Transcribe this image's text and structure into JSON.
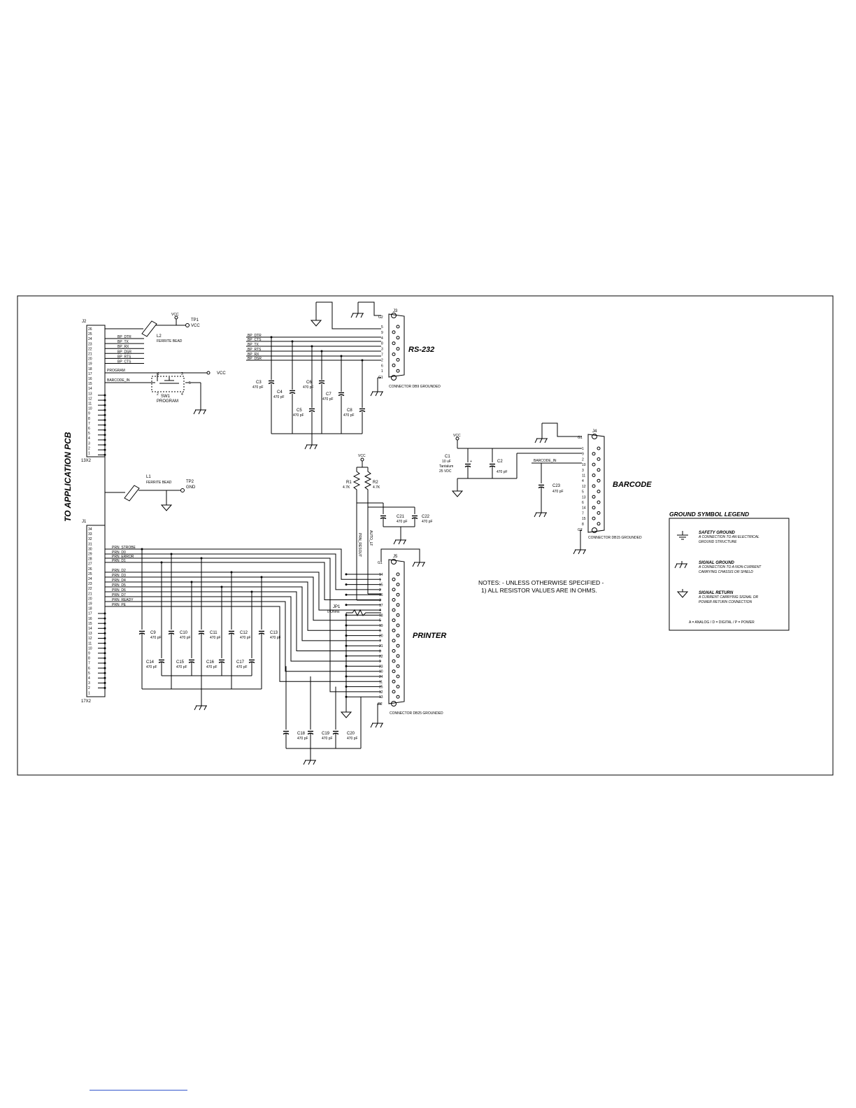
{
  "connectors": {
    "j2": {
      "ref": "J2",
      "type": "13X2",
      "pins": [
        26,
        25,
        24,
        23,
        22,
        21,
        20,
        19,
        18,
        17,
        16,
        15,
        14,
        13,
        12,
        11,
        10,
        9,
        8,
        7,
        6,
        5,
        4,
        3,
        2,
        1
      ]
    },
    "j1": {
      "ref": "J1",
      "type": "17X2",
      "pins": [
        34,
        33,
        32,
        31,
        30,
        29,
        28,
        27,
        26,
        25,
        24,
        23,
        22,
        21,
        20,
        19,
        18,
        17,
        16,
        15,
        14,
        13,
        12,
        11,
        10,
        9,
        8,
        7,
        6,
        5,
        4,
        3,
        2,
        1
      ]
    },
    "j3": {
      "ref": "J3",
      "title": "RS-232",
      "caption": "CONNECTOR DB9 GROUNDED",
      "pins": [
        "5",
        "9",
        "4",
        "8",
        "3",
        "7",
        "2",
        "6",
        "1"
      ],
      "g_top": "G2",
      "g_bottom": "G1"
    },
    "j4": {
      "ref": "J4",
      "title": "BARCODE",
      "caption": "CONNECTOR DB15 GROUNDED",
      "pins": [
        "1",
        "9",
        "2",
        "10",
        "3",
        "11",
        "4",
        "12",
        "5",
        "13",
        "6",
        "14",
        "7",
        "15",
        "8"
      ],
      "g_top": "G1",
      "g_bottom": "G2"
    },
    "j5": {
      "ref": "J5",
      "title": "PRINTER",
      "caption": "CONNECTOR DB25 GROUNDED",
      "pins": [
        "14",
        "1",
        "15",
        "2",
        "16",
        "3",
        "17",
        "4",
        "18",
        "5",
        "19",
        "6",
        "20",
        "7",
        "21",
        "8",
        "22",
        "9",
        "23",
        "10",
        "24",
        "11",
        "25",
        "12",
        "13"
      ],
      "g_top": "G1",
      "g_bottom": "G2"
    }
  },
  "side_title": "TO APPLICATION PCB",
  "j2_signals": [
    "BP_DTR",
    "BP_TX",
    "BP_RX",
    "BP_DSR",
    "BP_RTS",
    "BP_CTS"
  ],
  "j2_program": "PROGRAM",
  "j2_barcode": "BARCODE_IN",
  "rs232_signals": [
    "BP_DTR",
    "BP_CTS",
    "BP_TX",
    "BP_RTS",
    "BP_RX",
    "BP_DSR"
  ],
  "j1_signals": [
    "PRN_STROBE",
    "PRN_D0",
    "PRN_ERROR",
    "PRN_D1",
    "PRN_D2",
    "PRN_D3",
    "PRN_D4",
    "PRN_D5",
    "PRN_D6",
    "PRN_D7",
    "PRN_READY",
    "PRN_PE"
  ],
  "vertical_labels": {
    "resout": "PRN_RESOUT",
    "autolf": "AUTO_LF"
  },
  "components": {
    "l2": {
      "ref": "L2",
      "value": "FERRITE BEAD"
    },
    "l1": {
      "ref": "L1",
      "value": "FERRITE BEAD"
    },
    "tp1": {
      "ref": "TP1",
      "net": "VCC"
    },
    "tp2": {
      "ref": "TP2",
      "net": "GND"
    },
    "sw1": {
      "ref": "SW1",
      "value": "PROGRAM",
      "pins": [
        "1",
        "2",
        "3",
        "4",
        "5"
      ]
    },
    "vcc": "VCC",
    "c1": {
      "ref": "C1",
      "value": "10 uF",
      "extra1": "Tantalum",
      "extra2": "25 VDC",
      "polarity": "+"
    },
    "c2": {
      "ref": "C2",
      "value": "470 pF"
    },
    "c23": {
      "ref": "C23",
      "value": "470 pF"
    },
    "r1": {
      "ref": "R1",
      "value": "4.7K"
    },
    "r2": {
      "ref": "R2",
      "value": "4.7K"
    },
    "c21": {
      "ref": "C21",
      "value": "470 pF"
    },
    "c22": {
      "ref": "C22",
      "value": "470 pF"
    },
    "jp1": {
      "ref": "JP1",
      "value": "0 Ohms"
    },
    "rs232_caps": [
      {
        "ref": "C3",
        "value": "470 pF"
      },
      {
        "ref": "C4",
        "value": "470 pF"
      },
      {
        "ref": "C5",
        "value": "470 pF"
      },
      {
        "ref": "C6",
        "value": "470 pF"
      },
      {
        "ref": "C7",
        "value": "470 pF"
      },
      {
        "ref": "C8",
        "value": "470 pF"
      }
    ],
    "printer_caps_row1": [
      {
        "ref": "C9",
        "value": "470 pF"
      },
      {
        "ref": "C10",
        "value": "470 pF"
      },
      {
        "ref": "C11",
        "value": "470 pF"
      },
      {
        "ref": "C12",
        "value": "470 pF"
      },
      {
        "ref": "C13",
        "value": "470 pF"
      }
    ],
    "printer_caps_row2": [
      {
        "ref": "C14",
        "value": "470 pF"
      },
      {
        "ref": "C15",
        "value": "470 pF"
      },
      {
        "ref": "C16",
        "value": "470 pF"
      },
      {
        "ref": "C17",
        "value": "470 pF"
      }
    ],
    "printer_caps_row3": [
      {
        "ref": "C18",
        "value": "470 pF"
      },
      {
        "ref": "C19",
        "value": "470 pF"
      },
      {
        "ref": "C20",
        "value": "470 pF"
      }
    ]
  },
  "notes": {
    "line1": "NOTES: - UNLESS OTHERWISE SPECIFIED -",
    "line2": "1)  ALL RESISTOR VALUES ARE IN OHMS."
  },
  "legend": {
    "title": "GROUND SYMBOL LEGEND",
    "items": [
      {
        "icon": "safety-ground-icon",
        "name": "SAFETY GROUND",
        "desc1": "A CONNECTION TO AN ELECTRICAL",
        "desc2": "GROUND STRUCTURE"
      },
      {
        "icon": "signal-ground-icon",
        "name": "SIGNAL GROUND",
        "desc1": "A CONNECTION TO A NON-CURRENT",
        "desc2": "CARRYING CHASSIS OR SHIELD"
      },
      {
        "icon": "signal-return-icon",
        "name": "SIGNAL RETURN",
        "desc1": "A CURRENT CARRYING SIGNAL OR",
        "desc2": "POWER RETURN CONNECTION"
      }
    ],
    "footer": "A = ANALOG / D = DIGITAL / P = POWER"
  }
}
